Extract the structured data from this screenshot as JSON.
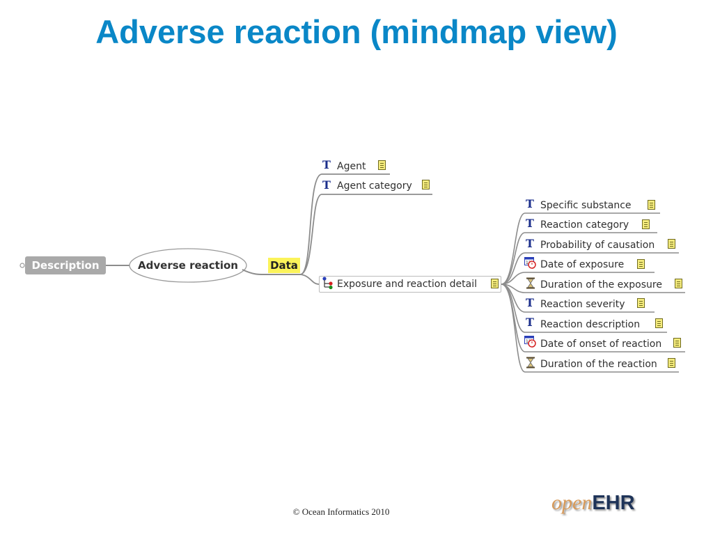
{
  "title": "Adverse reaction (mindmap view)",
  "mindmap": {
    "description": "Description",
    "root": "Adverse reaction",
    "data": "Data",
    "agent": "Agent",
    "agent_category": "Agent category",
    "cluster": "Exposure and reaction detail",
    "children": [
      {
        "label": "Specific substance",
        "icon": "text-type-icon"
      },
      {
        "label": "Reaction category",
        "icon": "text-type-icon"
      },
      {
        "label": "Probability of causation",
        "icon": "text-type-icon"
      },
      {
        "label": "Date of exposure",
        "icon": "datetime-type-icon"
      },
      {
        "label": "Duration of the exposure",
        "icon": "duration-type-icon"
      },
      {
        "label": "Reaction severity",
        "icon": "text-type-icon"
      },
      {
        "label": "Reaction description",
        "icon": "text-type-icon"
      },
      {
        "label": "Date of onset of reaction",
        "icon": "datetime-type-icon"
      },
      {
        "label": "Duration of the reaction",
        "icon": "duration-type-icon"
      }
    ]
  },
  "footer": "© Ocean Informatics 2010",
  "logo": {
    "part1": "open",
    "part2": "EHR"
  },
  "colors": {
    "title": "#0a87c7",
    "branch": "#8c8c8c",
    "note": "#f5ec7e",
    "data_highlight": "#fbf35a"
  }
}
